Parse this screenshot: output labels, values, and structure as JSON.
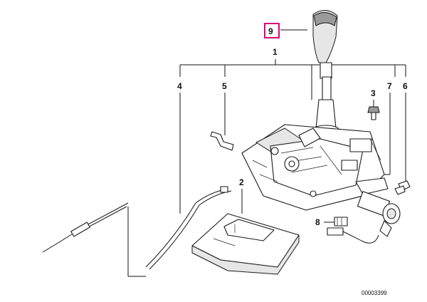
{
  "diagram": {
    "callouts": [
      {
        "id": "1",
        "text": "1"
      },
      {
        "id": "2",
        "text": "2"
      },
      {
        "id": "3",
        "text": "3"
      },
      {
        "id": "4",
        "text": "4"
      },
      {
        "id": "5",
        "text": "5"
      },
      {
        "id": "6",
        "text": "6"
      },
      {
        "id": "7",
        "text": "7"
      },
      {
        "id": "8",
        "text": "8"
      },
      {
        "id": "9",
        "text": "9"
      }
    ],
    "highlighted_callout": "9",
    "highlight_color": "#e0007a",
    "reference_number": "00003399"
  }
}
